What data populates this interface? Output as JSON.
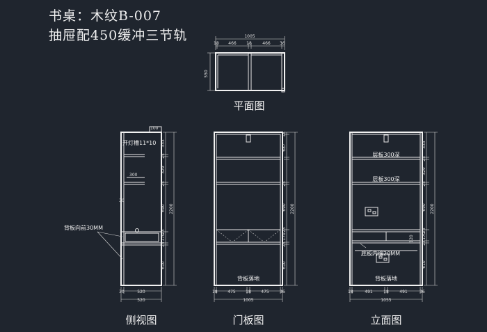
{
  "title": {
    "line1": "书桌：木纹B-007",
    "line2": "抽屉配450缓冲三节轨"
  },
  "views": {
    "plan": "平面图",
    "side": "侧视图",
    "door": "门板图",
    "elevation": "立面图"
  },
  "plan_dims": {
    "total_width": "1005",
    "left_side": "18",
    "left_bay": "466",
    "middle": "18",
    "right_bay": "466",
    "right_side": "36",
    "depth": "550"
  },
  "side_dims": {
    "top_width": "100",
    "light_slot_note": "开灯槽11*10",
    "shelf_depth": "300",
    "left_offset": "30",
    "back_panel_note": "背板向前30MM",
    "bottom_left": "30",
    "bottom_mid": "520",
    "bottom_total": "520",
    "v_top": "333",
    "v_25a": "25",
    "v_329": "329",
    "v_25b": "25",
    "v_690": "690",
    "v_25c": "25",
    "v_170": "170",
    "v_25d": "25",
    "v_610": "610",
    "total_height": "2200"
  },
  "door_dims": {
    "top": "18",
    "v_687": "687",
    "v_25a": "25",
    "v_690": "690",
    "v_25b": "25",
    "v_170": "170",
    "v_25c": "25",
    "v_610": "610",
    "total_height": "2200",
    "bottom_left": "18",
    "bottom_a": "475",
    "bottom_mid": "18",
    "bottom_b": "475",
    "bottom_right": "36",
    "bottom_total": "1005",
    "floor_note": "背板落地"
  },
  "elev_dims": {
    "shelf1": "层板300深",
    "shelf2": "层板300深",
    "bottom_note": "底板内缩20MM",
    "floor_note": "背板落地",
    "v_333": "333",
    "v_25a": "25",
    "v_329": "329",
    "v_25b": "25",
    "v_690": "690",
    "v_25c": "25",
    "v_170": "170",
    "v_25d": "25",
    "v_610": "610",
    "total_height": "2200",
    "drawer_h": "120",
    "bottom_left": "18",
    "bottom_a": "491",
    "bottom_mid": "18",
    "bottom_b": "491",
    "bottom_right": "36",
    "bottom_total": "1055"
  }
}
